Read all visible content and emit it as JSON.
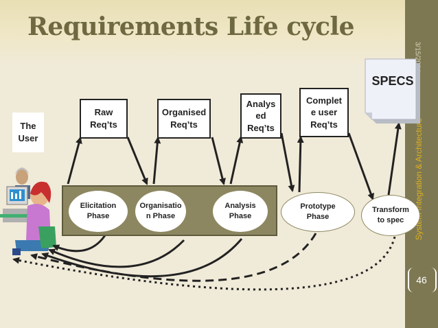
{
  "slide": {
    "title": "Requirements Life cycle",
    "date": "3/15/2024",
    "vertical_label": "System Integration & Architecture",
    "page_number": "46"
  },
  "user_label": "The\nUser",
  "specs_label": "SPECS",
  "requirement_boxes": [
    {
      "id": "raw",
      "label": "Raw\nReq’ts"
    },
    {
      "id": "organised",
      "label": "Organised\nReq’ts"
    },
    {
      "id": "analysed",
      "label": "Analys\ned\nReq’ts"
    },
    {
      "id": "complete",
      "label": "Complet\ne user\nReq’ts"
    }
  ],
  "phases": [
    {
      "id": "elicitation",
      "label": "Elicitation\nPhase"
    },
    {
      "id": "organisation",
      "label": "Organisatio\nn Phase"
    },
    {
      "id": "analysis",
      "label": "Analysis\nPhase"
    },
    {
      "id": "prototype",
      "label": "Prototype\nPhase"
    },
    {
      "id": "transform",
      "label": "Transform\nto spec"
    }
  ],
  "colors": {
    "background": "#f0ead8",
    "title": "#6e6940",
    "sidebar": "#7d7852",
    "phase_bar": "#8d8761",
    "vertical_label": "#e0b020"
  }
}
